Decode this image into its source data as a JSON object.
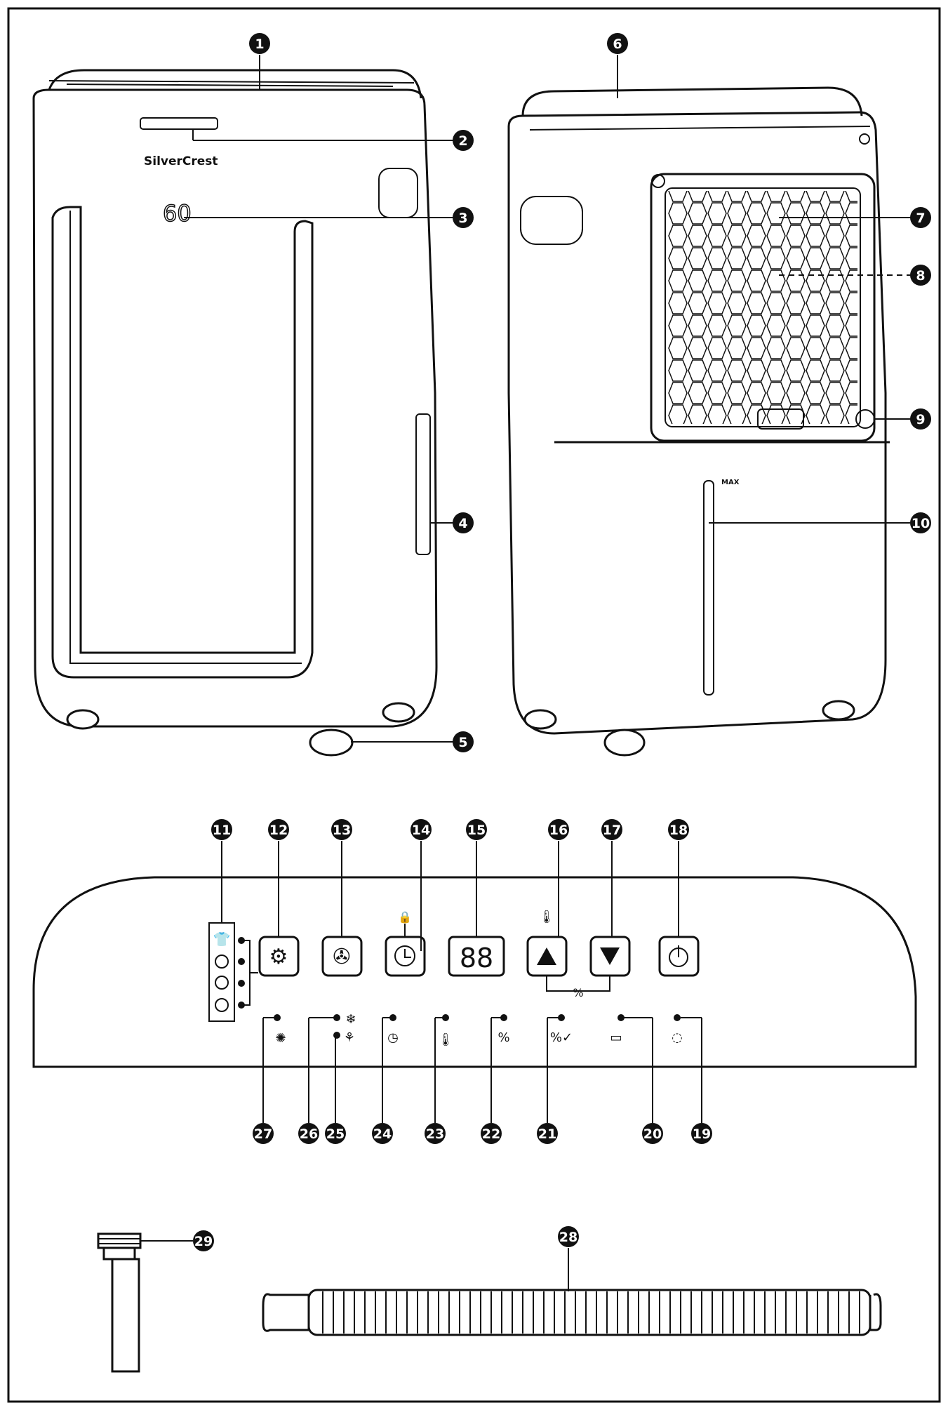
{
  "brand": "SilverCrest",
  "display_front": "60",
  "display_panel": "88",
  "max_label": "MAX",
  "callouts": [
    "1",
    "2",
    "3",
    "4",
    "5",
    "6",
    "7",
    "8",
    "9",
    "10",
    "11",
    "12",
    "13",
    "14",
    "15",
    "16",
    "17",
    "18",
    "19",
    "20",
    "21",
    "22",
    "23",
    "24",
    "25",
    "26",
    "27",
    "28",
    "29"
  ]
}
